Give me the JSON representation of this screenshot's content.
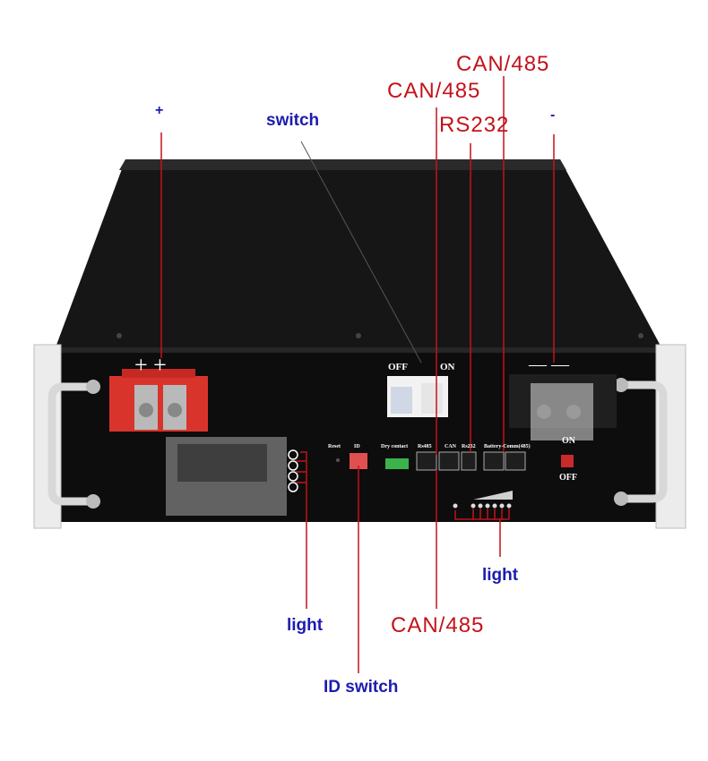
{
  "callouts": {
    "plus": "+",
    "minus": "-",
    "switch": "switch",
    "can485_top_left": "CAN/485",
    "can485_top_right": "CAN/485",
    "rs232": "RS232",
    "light_left": "light",
    "light_right": "light",
    "can485_bottom": "CAN/485",
    "id_switch": "ID switch"
  },
  "panel": {
    "plus_signs": "+ +",
    "minus_signs": "— —",
    "breaker_off": "OFF",
    "breaker_on": "ON",
    "reset": "Reset",
    "id": "ID",
    "dry_contact": "Dry contact",
    "rs485": "Rs485",
    "can": "CAN",
    "rs232": "Rs232",
    "battery_comm": "Battery-Comm(485)",
    "power_on": "ON",
    "power_off": "OFF"
  },
  "colors": {
    "callout_blue": "#1c1cb0",
    "callout_red": "#c4121a",
    "chassis": "#1a1a1a",
    "terminal_red": "#d9342b"
  }
}
